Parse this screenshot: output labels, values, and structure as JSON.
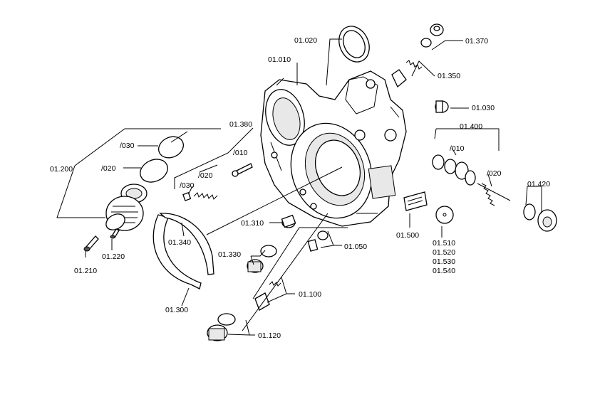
{
  "labels": {
    "p01_010": "01.010",
    "p01_020": "01.020",
    "p01_030": "01.030",
    "p01_050": "01.050",
    "p01_100": "01.100",
    "p01_120": "01.120",
    "p01_200": "01.200",
    "p01_200_030": "/030",
    "p01_200_020": "/020",
    "p01_210": "01.210",
    "p01_220": "01.220",
    "p01_300": "01.300",
    "p01_310": "01.310",
    "p01_330": "01.330",
    "p01_340": "01.340",
    "p01_350": "01.350",
    "p01_370": "01.370",
    "p01_380": "01.380",
    "p01_380_010": "/010",
    "p01_380_020": "/020",
    "p01_380_030": "/030",
    "p01_400": "01.400",
    "p01_400_010": "/010",
    "p01_400_020": "/020",
    "p01_420": "01.420",
    "p01_500": "01.500",
    "p01_510": "01.510",
    "p01_520": "01.520",
    "p01_530": "01.530",
    "p01_540": "01.540"
  }
}
